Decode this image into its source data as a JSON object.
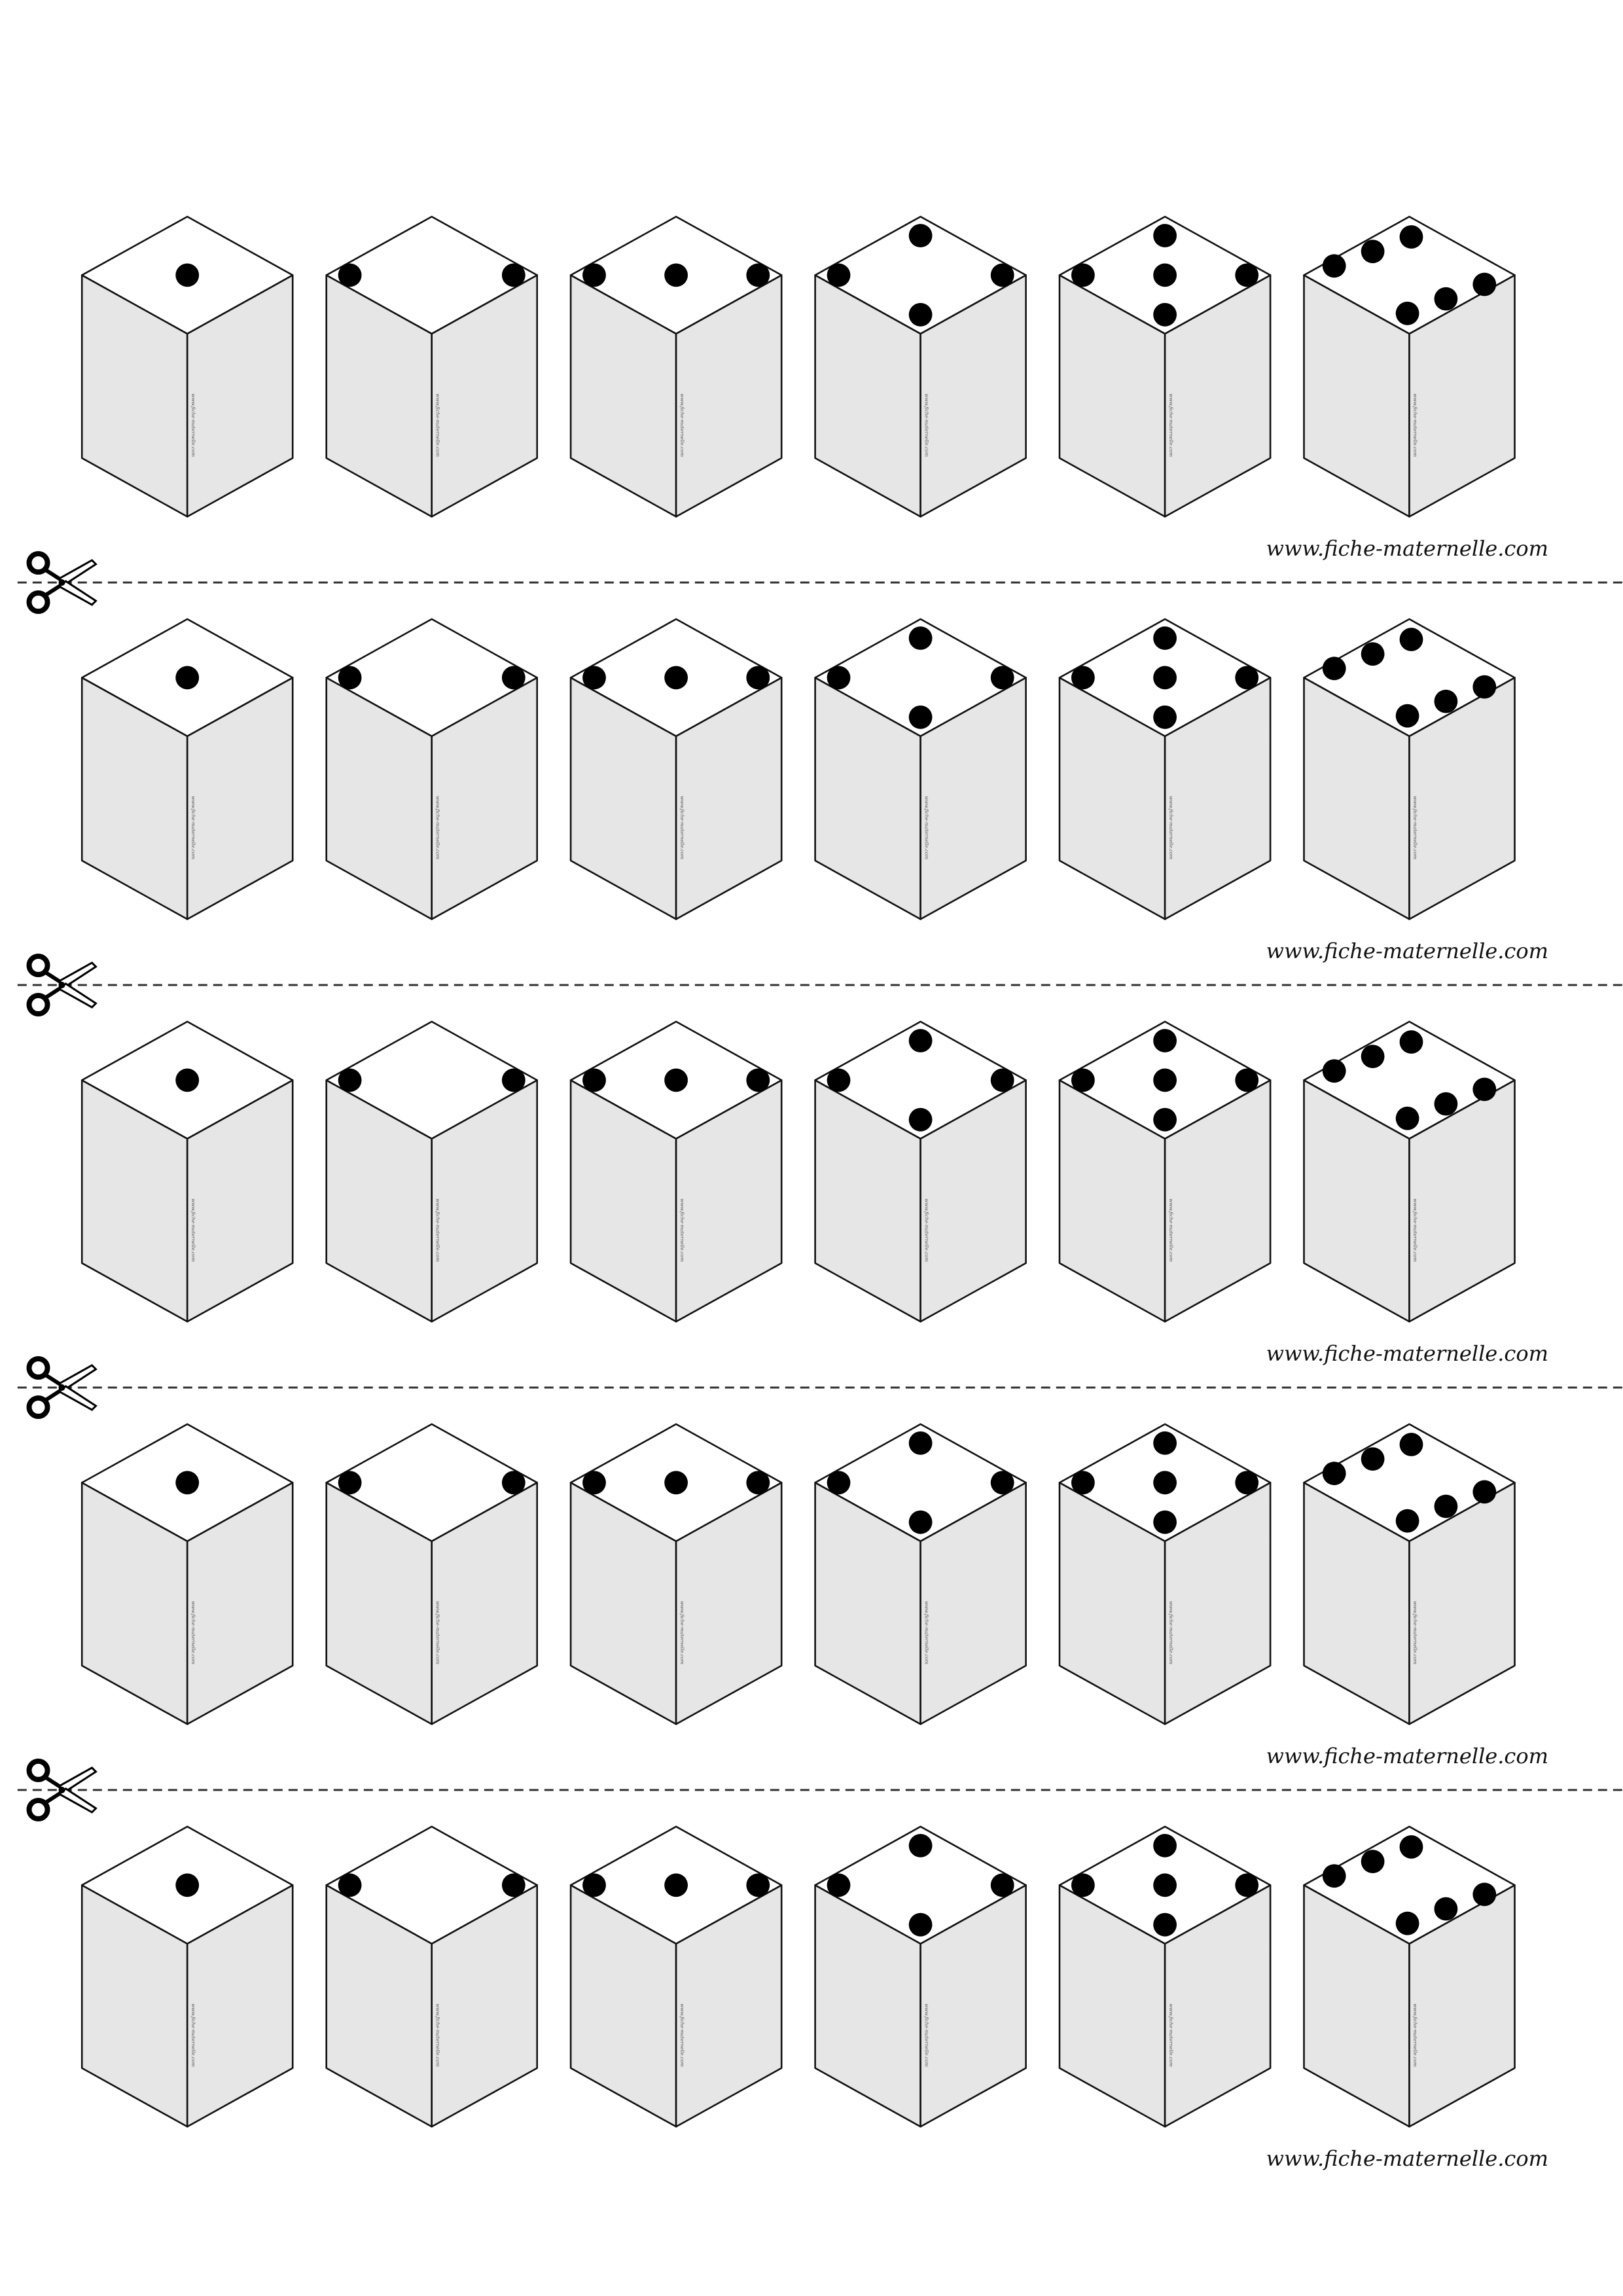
{
  "credit_text": "www.fiche-maternelle.com",
  "side_watermark": "www.fiche-maternelle.com",
  "rows": [
    {
      "dice": [
        1,
        2,
        3,
        4,
        5,
        6
      ]
    },
    {
      "dice": [
        1,
        2,
        3,
        4,
        5,
        6
      ]
    },
    {
      "dice": [
        1,
        2,
        3,
        4,
        5,
        6
      ]
    },
    {
      "dice": [
        1,
        2,
        3,
        4,
        5,
        6
      ]
    },
    {
      "dice": [
        1,
        2,
        3,
        4,
        5,
        6
      ]
    }
  ],
  "colors": {
    "face_top": "#ffffff",
    "face_side": "#e6e6e6",
    "outline": "#111111",
    "pip": "#000000",
    "cut_line": "#333333"
  },
  "icons": {
    "cut_marker": "scissors-icon"
  }
}
